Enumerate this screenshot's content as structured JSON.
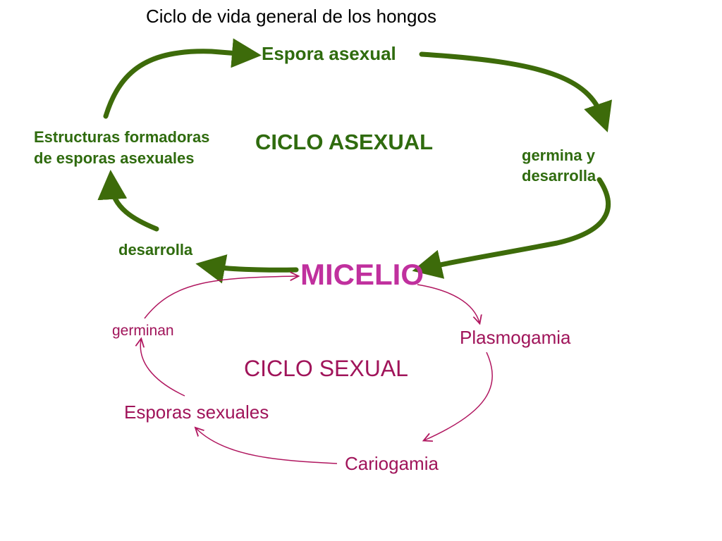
{
  "title": "Ciclo de vida general de los hongos",
  "center": "MICELIO",
  "asexual": {
    "cycle_label": "CICLO ASEXUAL",
    "espora": "Espora asexual",
    "germina_1": "germina y",
    "germina_2": "desarrolla",
    "desarrolla": "desarrolla",
    "estructuras_1": "Estructuras formadoras",
    "estructuras_2": "de esporas asexuales"
  },
  "sexual": {
    "cycle_label": "CICLO SEXUAL",
    "plasmogamia": "Plasmogamia",
    "cariogamia": "Cariogamia",
    "esporas": "Esporas sexuales",
    "germinan": "germinan"
  },
  "colors": {
    "asexual": "#2f6b0e",
    "sexual": "#a0145a",
    "micelio": "#c0309e"
  }
}
